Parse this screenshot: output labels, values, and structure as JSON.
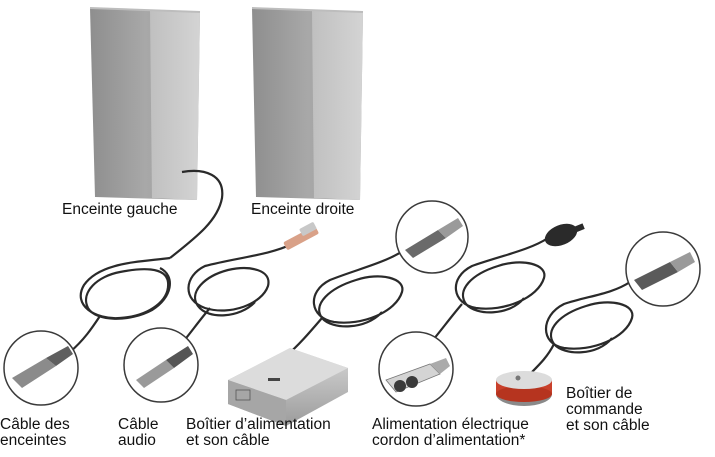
{
  "labels": {
    "left_speaker": "Enceinte gauche",
    "right_speaker": "Enceinte droite",
    "speaker_cable": [
      "Câble des",
      "enceintes"
    ],
    "audio_cable": [
      "Câble",
      "audio"
    ],
    "power_supply": [
      "Boîtier d’alimentation",
      "et son câble"
    ],
    "power_cord": [
      "Alimentation électrique",
      "cordon d’alimentation*"
    ],
    "control_pod": [
      "Boîtier de",
      "commande",
      "et son câble"
    ]
  },
  "colors": {
    "speaker_front": "#a3a3a3",
    "speaker_side": "#cdcdcd",
    "cable": "#2a2a2a",
    "power_brick": "#b9b9b9",
    "control_pod_base": "#c9402b",
    "control_pod_top": "#dcdcdc"
  },
  "icons": {
    "speaker": "speaker-icon",
    "connector": "connector-icon",
    "power_brick": "power-brick-icon",
    "control_pod": "control-pod-icon"
  }
}
